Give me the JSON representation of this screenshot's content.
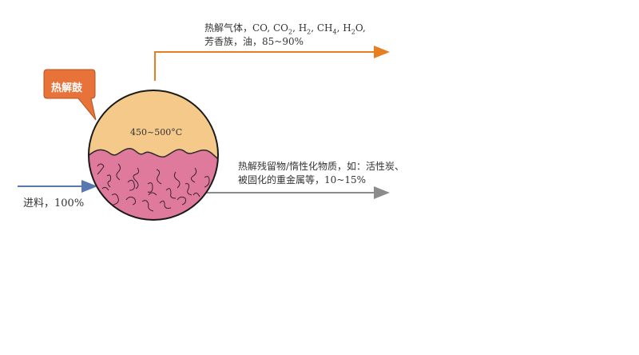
{
  "callout": {
    "label": "热解鼓"
  },
  "drum": {
    "temperature": "450~500°C"
  },
  "gas_output": {
    "line1_prefix": "热解气体，CO, CO",
    "sub1": "2",
    "mid1": ", H",
    "sub2": "2",
    "mid2": ", CH",
    "sub3": "4",
    "mid3": ", H",
    "sub4": "2",
    "line1_suffix": "O,",
    "line2": "芳香族，油，85~90%"
  },
  "residue_output": {
    "line1": "热解残留物/惰性化物质，如：活性炭、",
    "line2": "被固化的重金属等，10~15%"
  },
  "feed_input": {
    "label": "进料，100%"
  },
  "colors": {
    "drum_top": "#f5c98a",
    "drum_bottom": "#e07a9c",
    "callout": "#e8733a",
    "gas_arrow": "#e67e22",
    "residue_arrow": "#8c8c8c",
    "feed_arrow": "#5a78b0"
  }
}
